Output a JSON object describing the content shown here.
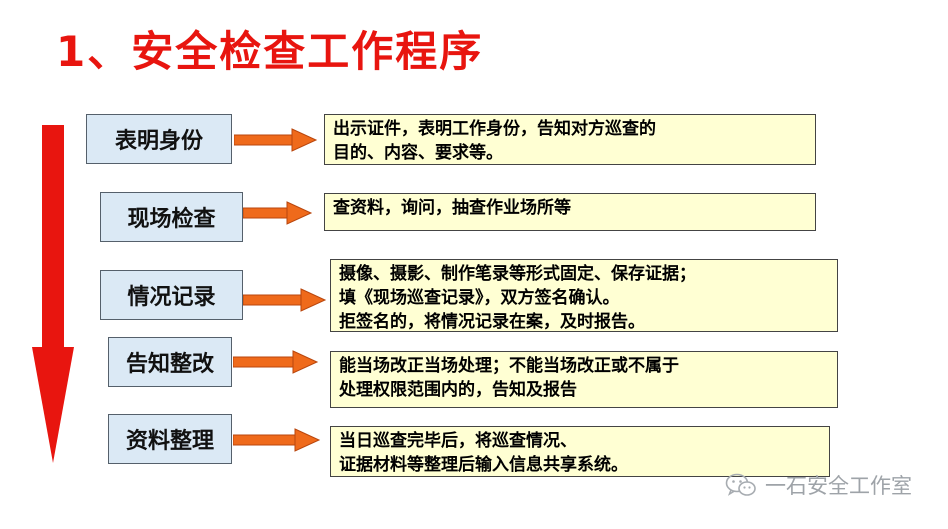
{
  "title": "1、安全检查工作程序",
  "colors": {
    "title": "#e8150f",
    "arrow": "#e8150f",
    "arrow_small": "#ef6a1b",
    "step_fill": "#dbe9f5",
    "desc_fill": "#ffffd3"
  },
  "steps": [
    {
      "label": "表明身份",
      "desc": [
        "出示证件，表明工作身份，告知对方巡查的",
        "目的、内容、要求等。"
      ]
    },
    {
      "label": "现场检查",
      "desc": [
        "查资料，询问，抽查作业场所等"
      ]
    },
    {
      "label": "情况记录",
      "desc": [
        "摄像、摄影、制作笔录等形式固定、保存证据；",
        "填《现场巡查记录》，双方签名确认。",
        "拒签名的，将情况记录在案，及时报告。"
      ]
    },
    {
      "label": "告知整改",
      "desc": [
        "能当场改正当场处理；不能当场改正或不属于",
        "处理权限范围内的，告知及报告"
      ]
    },
    {
      "label": "资料整理",
      "desc": [
        "当日巡查完毕后，将巡查情况、",
        "证据材料等整理后输入信息共享系统。"
      ]
    }
  ],
  "watermark": {
    "icon": "wechat-icon",
    "text": "一石安全工作室"
  }
}
